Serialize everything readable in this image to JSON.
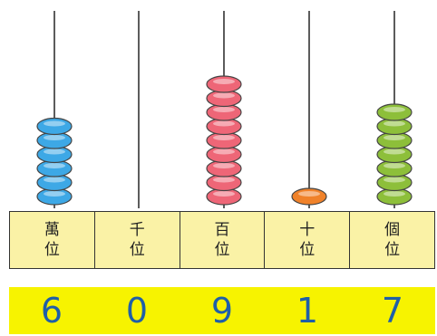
{
  "columns": [
    {
      "label_top": "萬",
      "label_bottom": "位",
      "digit": "6",
      "beads": 6,
      "color": "#3da8e6"
    },
    {
      "label_top": "千",
      "label_bottom": "位",
      "digit": "0",
      "beads": 0,
      "color": "#cccccc"
    },
    {
      "label_top": "百",
      "label_bottom": "位",
      "digit": "9",
      "beads": 9,
      "color": "#ee6677"
    },
    {
      "label_top": "十",
      "label_bottom": "位",
      "digit": "1",
      "beads": 1,
      "color": "#f0822a"
    },
    {
      "label_top": "個",
      "label_bottom": "位",
      "digit": "7",
      "beads": 7,
      "color": "#8dbf3a"
    }
  ]
}
